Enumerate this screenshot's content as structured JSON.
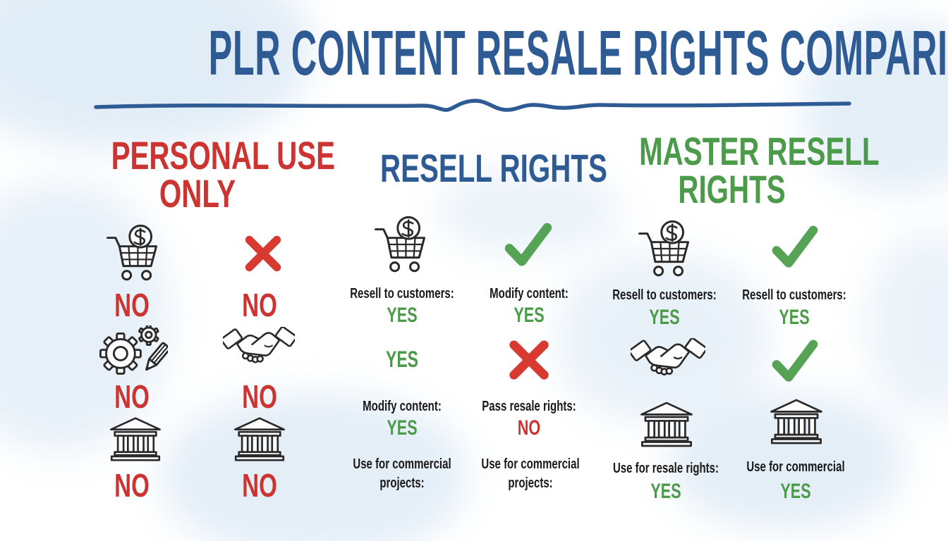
{
  "title": "PLR CONTENT RESALE RIGHTS COMPARISON",
  "colors": {
    "title_blue": "#2e5b94",
    "red": "#cc3431",
    "x_red": "#d63a31",
    "green": "#4c9b4b",
    "check_green": "#56a356",
    "ink": "#191919",
    "wash_blue": "#d8e7f4"
  },
  "icons": {
    "cart-dollar-icon": "shopping cart with dollar coin",
    "check-mark-icon": "green checkmark",
    "x-mark-icon": "red cross",
    "gear-pencil-icon": "gears with pencil (modify content)",
    "handshake-icon": "handshake (resale agreement)",
    "bank-icon": "bank building (commercial use)"
  },
  "columns": [
    {
      "id": "personal-use-only",
      "header_lines": [
        "PERSONAL USE",
        "ONLY"
      ],
      "header_color": "#cc3431",
      "rows": [
        {
          "left": {
            "icon": "cart-dollar-icon",
            "value": "NO"
          },
          "right": {
            "icon": "x-mark-icon",
            "value": "NO"
          }
        },
        {
          "left": {
            "icon": "gear-pencil-icon",
            "value": "NO"
          },
          "right": {
            "icon": "handshake-icon",
            "value": "NO"
          }
        },
        {
          "left": {
            "icon": "bank-icon",
            "value": "NO"
          },
          "right": {
            "icon": "bank-icon",
            "value": "NO"
          }
        }
      ]
    },
    {
      "id": "resell-rights",
      "header_lines": [
        "RESELL RIGHTS"
      ],
      "header_color": "#2e5b94",
      "rows": [
        {
          "left": {
            "icon": "cart-dollar-icon",
            "label": "Resell to customers:",
            "value": "YES"
          },
          "right": {
            "icon": "check-mark-icon",
            "label": "Modify content:",
            "value": "YES"
          }
        },
        {
          "left": {
            "standalone_value": "YES",
            "label": "Modify content:",
            "value": "YES"
          },
          "right": {
            "icon": "x-mark-icon",
            "label": "Pass resale rights:",
            "value": "NO"
          }
        },
        {
          "left": {
            "label_lines": [
              "Use for commercial",
              "projects:"
            ]
          },
          "right": {
            "label_lines": [
              "Use for commercial",
              "projects:"
            ]
          }
        }
      ]
    },
    {
      "id": "master-resell-rights",
      "header_lines": [
        "MASTER RESELL",
        "RIGHTS"
      ],
      "header_color": "#4c9b4b",
      "rows": [
        {
          "left": {
            "icon": "cart-dollar-icon",
            "label": "Resell to customers:",
            "value": "YES"
          },
          "right": {
            "icon": "check-mark-icon",
            "label": "Resell to customers:",
            "value": "YES"
          }
        },
        {
          "left": {
            "icon": "handshake-icon"
          },
          "right": {
            "icon": "check-mark-icon"
          }
        },
        {
          "left": {
            "icon": "bank-icon",
            "label": "Use for resale rights:",
            "value": "YES"
          },
          "right": {
            "icon": "bank-icon",
            "label": "Use for commercial",
            "value": "YES"
          }
        }
      ]
    }
  ]
}
